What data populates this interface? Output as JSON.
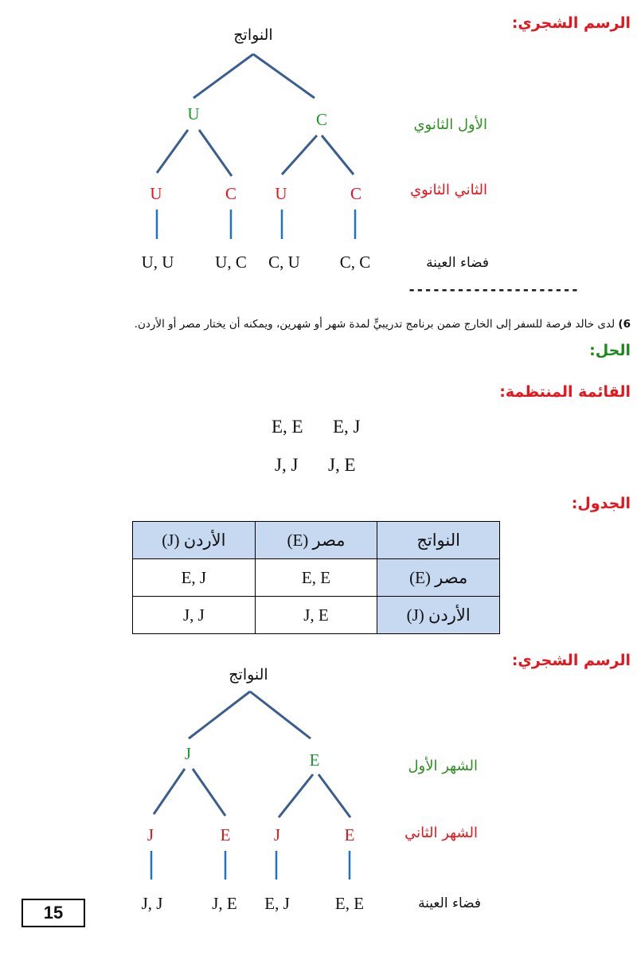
{
  "section1": {
    "heading": "الرسم الشجري:",
    "tree": {
      "root": "النواتج",
      "level1": [
        "U",
        "C"
      ],
      "level2": [
        "U",
        "C",
        "U",
        "C"
      ],
      "outcomes": [
        "U, U",
        "U, C",
        "C, U",
        "C, C"
      ],
      "level1_label": "الأول الثانوي",
      "level2_label": "الثاني الثانوي",
      "sample_label": "فضاء العينة"
    }
  },
  "divider": "---------------------",
  "problem": {
    "number": "6)",
    "text": "لدى خالد فرصة للسفر إلى الخارج ضمن برنامج تدريبيٍّ لمدة شهر أو شهرين، ويمكنه أن يختار مصر أو الأردن."
  },
  "solution_label": "الحل:",
  "ordered_list": {
    "heading": "القائمة المنتظمة:",
    "row1": [
      "E, E",
      "E, J"
    ],
    "row2": [
      "J, J",
      "J, E"
    ]
  },
  "table": {
    "heading": "الجدول:",
    "header": [
      "النواتج",
      "مصر  (E)",
      "الأردن  (J)"
    ],
    "rows": [
      [
        "مصر  (E)",
        "E, E",
        "E, J"
      ],
      [
        "الأردن  (J)",
        "J, E",
        "J, J"
      ]
    ]
  },
  "section2": {
    "heading": "الرسم الشجري:",
    "tree": {
      "root": "النواتج",
      "level1": [
        "J",
        "E"
      ],
      "level2": [
        "J",
        "E",
        "J",
        "E"
      ],
      "outcomes": [
        "J, J",
        "J, E",
        "E, J",
        "E, E"
      ],
      "level1_label": "الشهر الأول",
      "level2_label": "الشهر الثاني",
      "sample_label": "فضاء العينة"
    }
  },
  "page_number": "15",
  "colors": {
    "heading_red": "#e8141b",
    "heading_green": "#1b8a1b",
    "node_green": "#1a9a2a",
    "branch_line": "#3a5f8f",
    "stem_line": "#1f73c7",
    "table_shade": "#c6d9f0"
  }
}
